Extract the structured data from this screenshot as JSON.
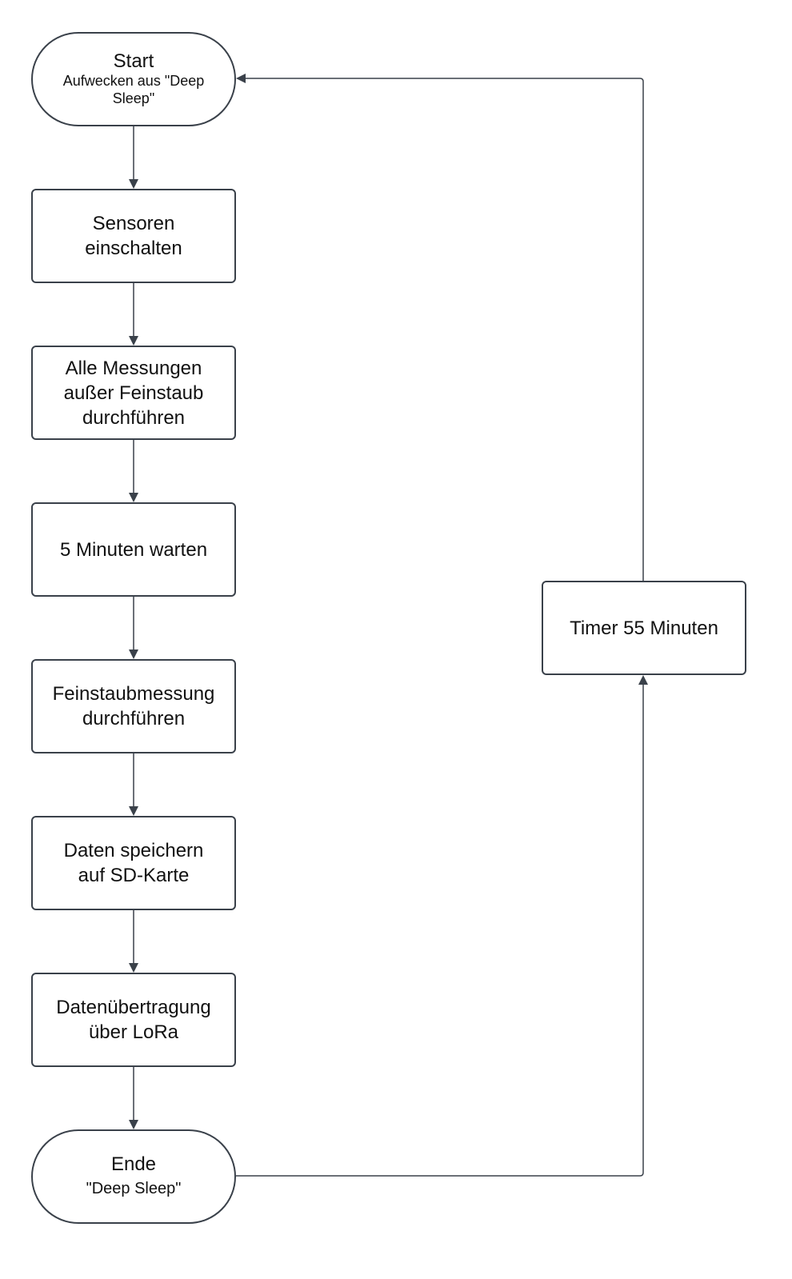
{
  "diagram": {
    "type": "flowchart",
    "colors": {
      "stroke": "#3a414a",
      "fill": "#ffffff",
      "text": "#111111"
    },
    "nodes": {
      "start": {
        "title": "Start",
        "subtitle": "Aufwecken aus \"Deep\nSleep\""
      },
      "sensors_on": {
        "label": "Sensoren\neinschalten"
      },
      "measure_all": {
        "label": "Alle Messungen\naußer Feinstaub\ndurchführen"
      },
      "wait": {
        "label": "5 Minuten warten"
      },
      "dust_measure": {
        "label": "Feinstaubmessung\ndurchführen"
      },
      "save_sd": {
        "label": "Daten speichern\nauf SD-Karte"
      },
      "lora": {
        "label": "Datenübertragung\nüber LoRa"
      },
      "end": {
        "title": "Ende",
        "subtitle": "\"Deep Sleep\""
      },
      "timer": {
        "label": "Timer 55 Minuten"
      }
    },
    "edges": [
      [
        "start",
        "sensors_on"
      ],
      [
        "sensors_on",
        "measure_all"
      ],
      [
        "measure_all",
        "wait"
      ],
      [
        "wait",
        "dust_measure"
      ],
      [
        "dust_measure",
        "save_sd"
      ],
      [
        "save_sd",
        "lora"
      ],
      [
        "lora",
        "end"
      ],
      [
        "end",
        "timer"
      ],
      [
        "timer",
        "start"
      ]
    ]
  }
}
